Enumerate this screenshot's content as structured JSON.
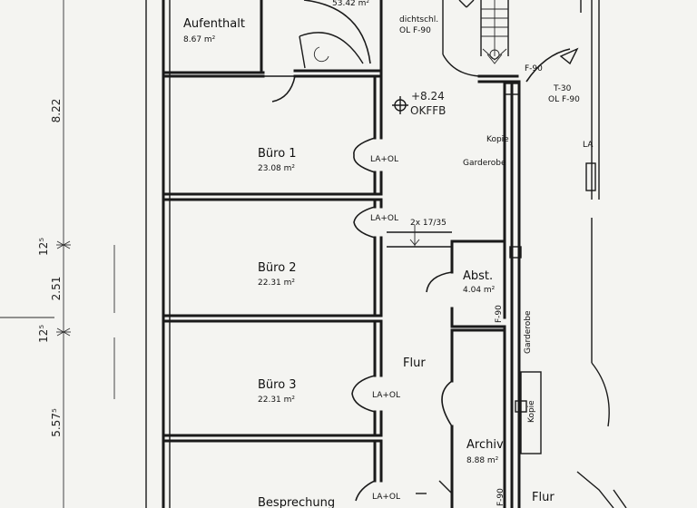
{
  "rooms": {
    "aufenthalt": {
      "name": "Aufenthalt",
      "area": "8.67 m²"
    },
    "top_area": "53.42 m²",
    "buero1": {
      "name": "Büro 1",
      "area": "23.08 m²"
    },
    "buero2": {
      "name": "Büro 2",
      "area": "22.31 m²"
    },
    "buero3": {
      "name": "Büro 3",
      "area": "22.31 m²"
    },
    "besprechung": {
      "name": "Besprechung"
    },
    "flur": {
      "name": "Flur"
    },
    "flur2": {
      "name": "Flur"
    },
    "abst": {
      "name": "Abst.",
      "area": "4.04 m²"
    },
    "archiv": {
      "name": "Archiv",
      "area": "8.88 m²"
    }
  },
  "labels": {
    "dichtschl_1": "dichtschl.",
    "dichtschl_2": "OL F-90",
    "f90_door": "F-90",
    "t30_1": "T-30",
    "t30_2": "OL F-90",
    "level_1": "+8.24",
    "level_2": "OKFFB",
    "kopie_top": "Kopie",
    "garderobe_top": "Garderobe",
    "la_ol_1": "LA+OL",
    "la_ol_2": "LA+OL",
    "la_ol_3": "LA+OL",
    "la_ol_4": "LA+OL",
    "stair": "2x 17/35",
    "f90_abst": "F-90",
    "f90_archiv": "F-90",
    "garderobe_right": "Garderobe",
    "kopie_right": "Kopie",
    "la_right": "LA"
  },
  "dimensions": {
    "d1": "8.22",
    "d2": "12⁵",
    "d3": "2.51",
    "d4": "12⁵",
    "d5": "5.57⁵"
  }
}
